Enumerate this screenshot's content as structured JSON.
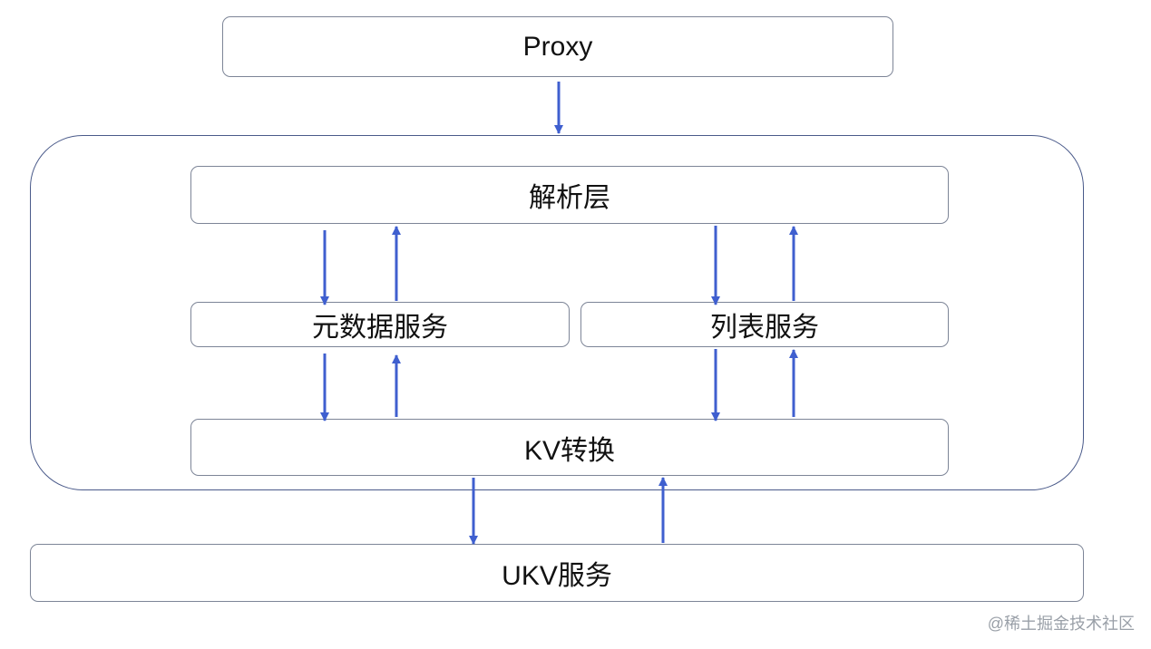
{
  "diagram": {
    "proxy": "Proxy",
    "parse_layer": "解析层",
    "metadata_service": "元数据服务",
    "list_service": "列表服务",
    "kv_convert": "KV转换",
    "ukv_service": "UKV服务"
  },
  "colors": {
    "arrow": "#3f5fcf",
    "box_border": "#7d8597",
    "group_border": "#4a5a8a"
  },
  "watermark": "@稀土掘金技术社区"
}
